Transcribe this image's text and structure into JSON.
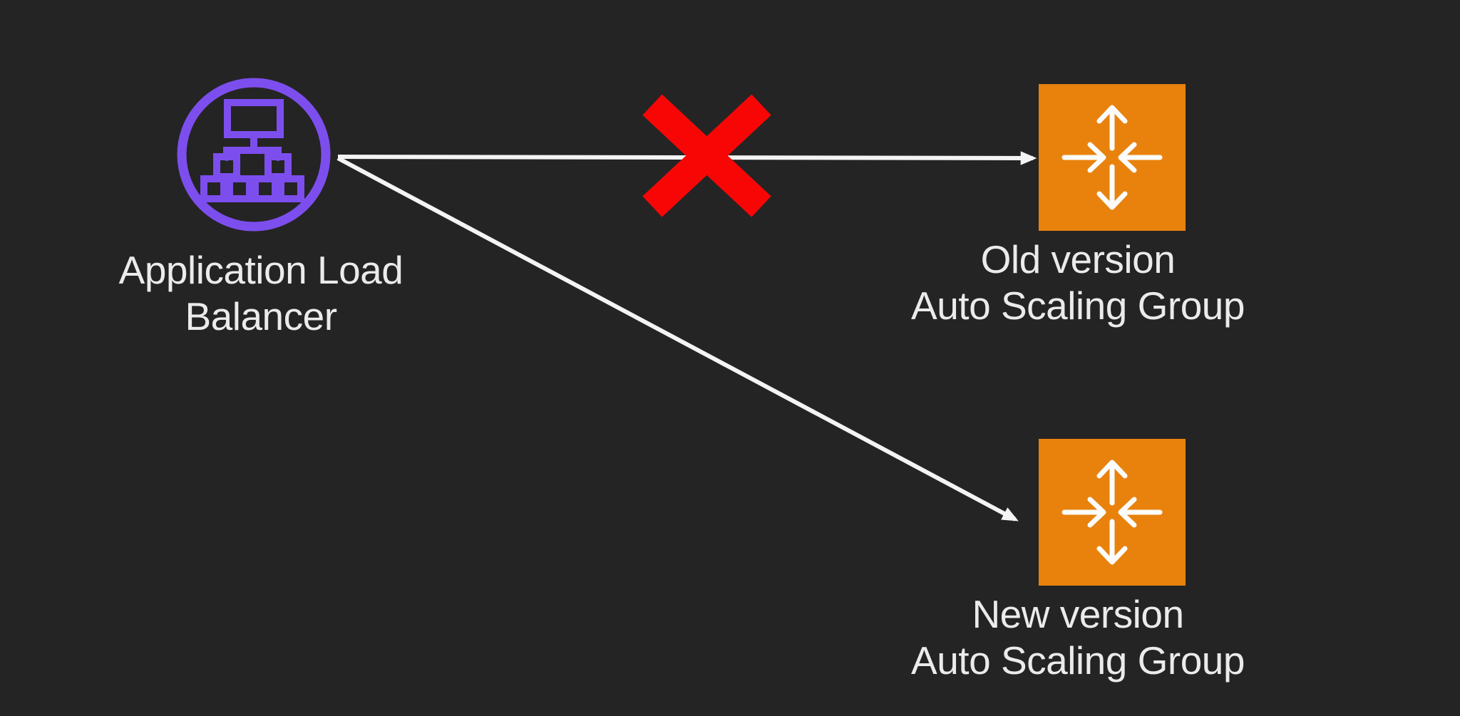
{
  "colors": {
    "background": "#242424",
    "alb_purple": "#7D4EEE",
    "asg_orange": "#E8820D",
    "blocked_red": "#F80606",
    "arrow_white": "#F4F4F4",
    "icon_white": "#FCFCFC",
    "text": "#EBEBEB"
  },
  "nodes": {
    "alb": {
      "icon": "load-balancer-icon",
      "label_line1": "Application Load",
      "label_line2": "Balancer"
    },
    "old_asg": {
      "icon": "auto-scaling-icon",
      "label_line1": "Old version",
      "label_line2": "Auto Scaling Group"
    },
    "new_asg": {
      "icon": "auto-scaling-icon",
      "label_line1": "New version",
      "label_line2": "Auto Scaling Group"
    }
  },
  "connections": [
    {
      "from": "Application Load Balancer",
      "to": "Old version Auto Scaling Group",
      "status": "blocked",
      "marker": "red-x"
    },
    {
      "from": "Application Load Balancer",
      "to": "New version Auto Scaling Group",
      "status": "active"
    }
  ]
}
